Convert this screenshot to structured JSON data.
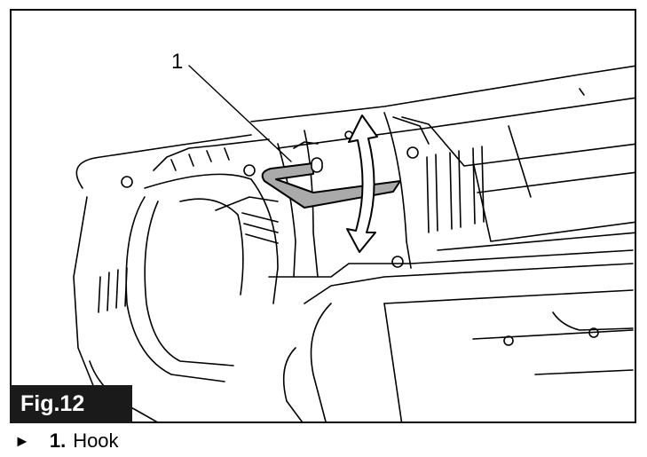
{
  "figure": {
    "label": "Fig.12",
    "callout": "1"
  },
  "legend": {
    "marker": "►",
    "items": [
      {
        "number": "1.",
        "label": "Hook"
      }
    ]
  }
}
